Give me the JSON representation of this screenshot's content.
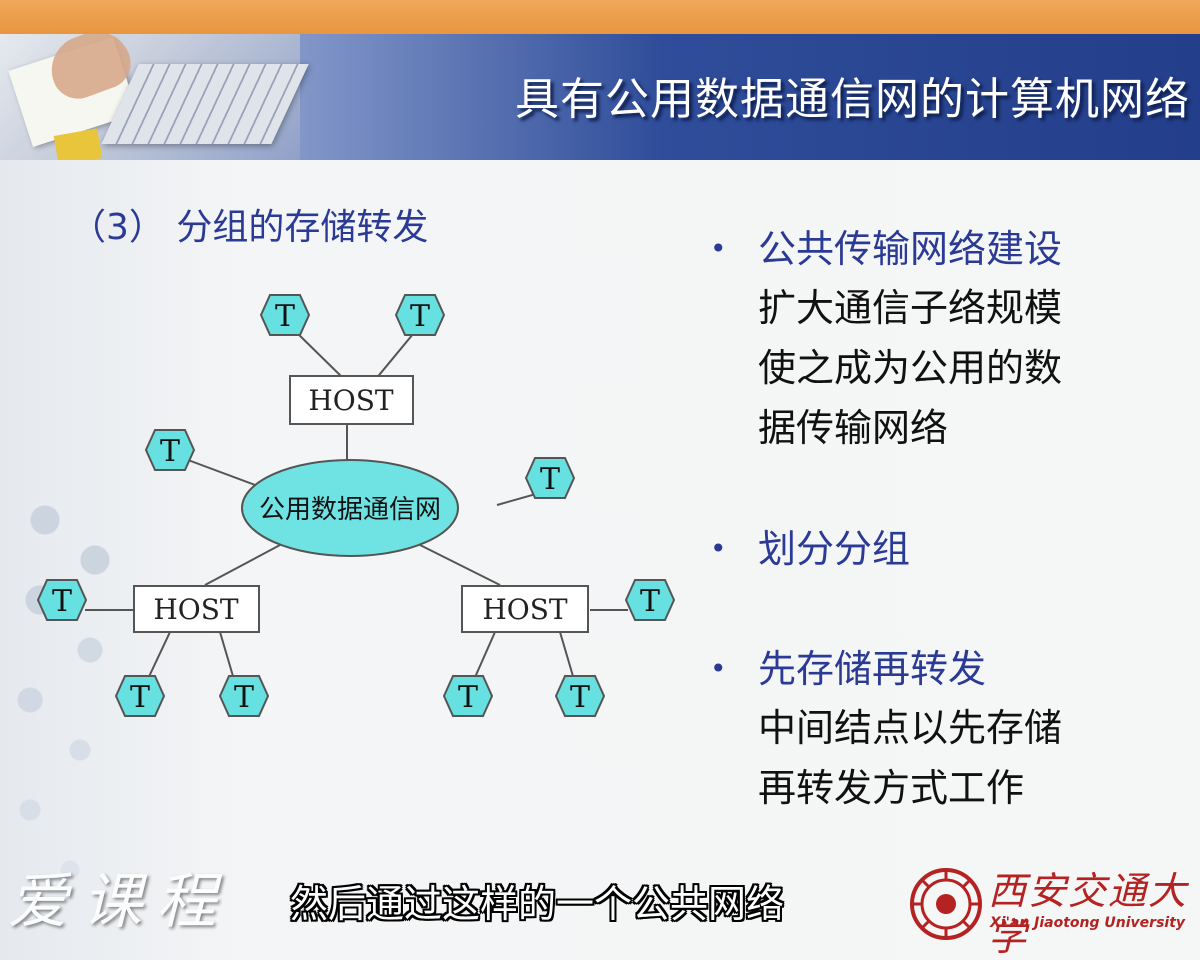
{
  "header": {
    "title": "具有公用数据通信网的计算机网络"
  },
  "slide": {
    "subtitle": "（3） 分组的存储转发",
    "diagram": {
      "hub_label": "公用数据通信网",
      "host_label": "HOST",
      "terminal_label": "T"
    },
    "bullets": [
      {
        "head": "公共传输网络建设",
        "body": [
          "扩大通信子络规模",
          "使之成为公用的数",
          "据传输网络"
        ]
      },
      {
        "head": "划分分组",
        "body": []
      },
      {
        "head": "先存储再转发",
        "body": [
          "中间结点以先存储",
          "再转发方式工作"
        ]
      }
    ]
  },
  "caption": "然后通过这样的一个公共网络",
  "watermark": "爱课程",
  "logo": {
    "name": "西安交通大学",
    "english": "Xi'an Jiaotong University"
  },
  "colors": {
    "heading_blue": "#2a3a95",
    "terminal_fill": "#66e0e0",
    "hub_fill": "#6fe3e3",
    "accent_orange": "#e8963f",
    "logo_red": "#b42222"
  },
  "bullet_symbol": "•"
}
